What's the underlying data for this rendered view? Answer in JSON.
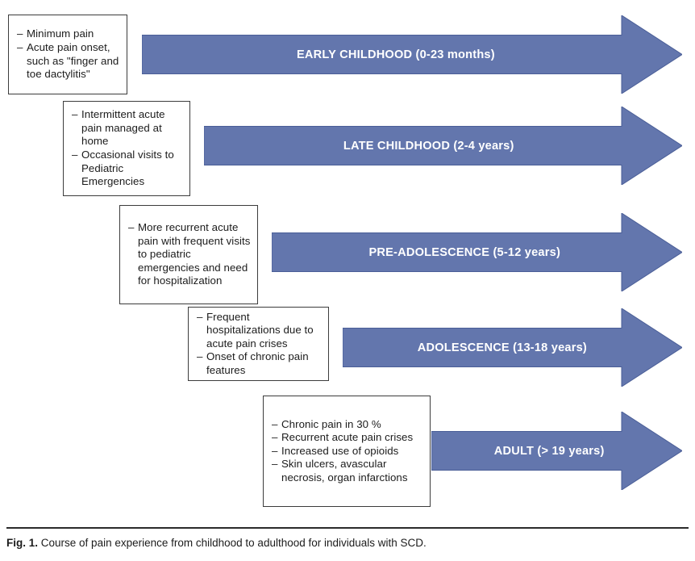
{
  "figure": {
    "caption_label": "Fig. 1.",
    "caption_text": "Course of pain experience from childhood to adulthood for individuals with SCD.",
    "accent_color": "#6376AD",
    "arrow_border_color": "#4A5E97",
    "box_border_color": "#3C3C3C",
    "text_color": "#1C1C1C",
    "label_color": "#FFFFFF"
  },
  "stages": [
    {
      "id": "early-childhood",
      "arrow_label": "EARLY CHILDHOOD (0-23 months)",
      "bullets": [
        "Minimum pain",
        "Acute pain onset, such as \"finger and toe dactylitis\""
      ]
    },
    {
      "id": "late-childhood",
      "arrow_label": "LATE CHILDHOOD (2-4 years)",
      "bullets": [
        "Intermittent acute pain managed at home",
        "Occasional visits to Pediatric Emergencies"
      ]
    },
    {
      "id": "pre-adolescence",
      "arrow_label": "PRE-ADOLESCENCE (5-12 years)",
      "bullets": [
        "More recurrent acute pain with frequent visits to pediatric emergencies and need for hospitalization"
      ]
    },
    {
      "id": "adolescence",
      "arrow_label": "ADOLESCENCE (13-18 years)",
      "bullets": [
        "Frequent hospitalizations due to acute pain crises",
        "Onset of chronic pain features"
      ]
    },
    {
      "id": "adult",
      "arrow_label": "ADULT (> 19 years)",
      "bullets": [
        "Chronic pain in 30 %",
        "Recurrent acute pain crises",
        "Increased use of opioids",
        "Skin ulcers, avascular necrosis, organ infarctions"
      ]
    }
  ]
}
